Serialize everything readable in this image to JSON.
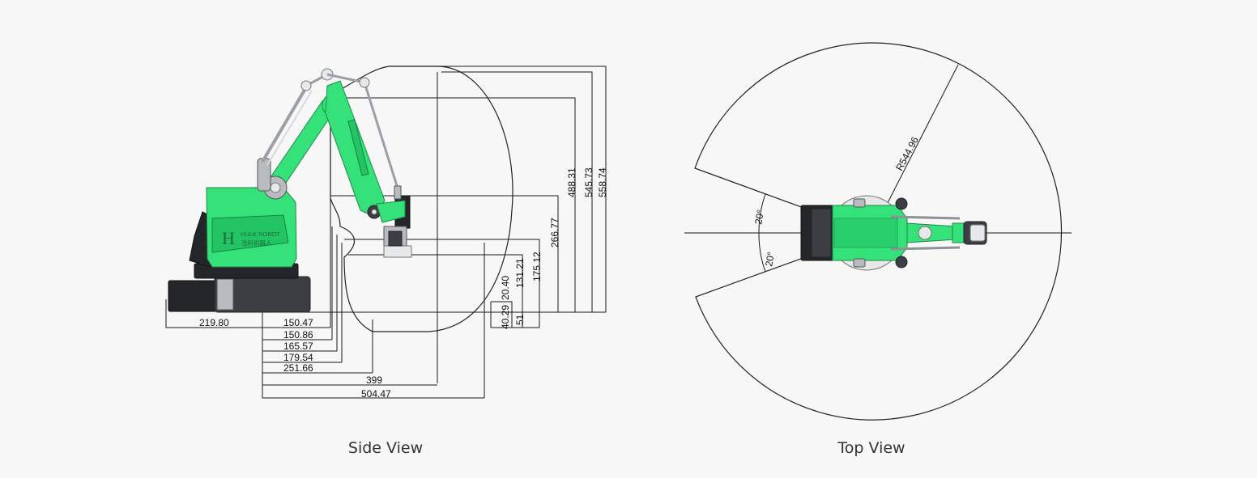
{
  "side_view": {
    "caption": "Side View",
    "logo": {
      "brand": "HULK ROBOT",
      "brand_cn": "浩科机器人",
      "letter": "H"
    },
    "horizontal_dims": [
      "219.80",
      "150.47",
      "150.86",
      "165.57",
      "179.54",
      "251.66",
      "399",
      "504.47"
    ],
    "vertical_dims": [
      "40.29",
      "20.40",
      "131.21",
      "51",
      "175.12",
      "266.77",
      "488.31",
      "545.73",
      "558.74"
    ]
  },
  "top_view": {
    "caption": "Top View",
    "radius_label": "R544.96",
    "angle_upper": "20°",
    "angle_lower": "20°"
  },
  "colors": {
    "robot_green": "#35e27a",
    "line": "#1a1a1a",
    "background": "#f7f7f7"
  }
}
